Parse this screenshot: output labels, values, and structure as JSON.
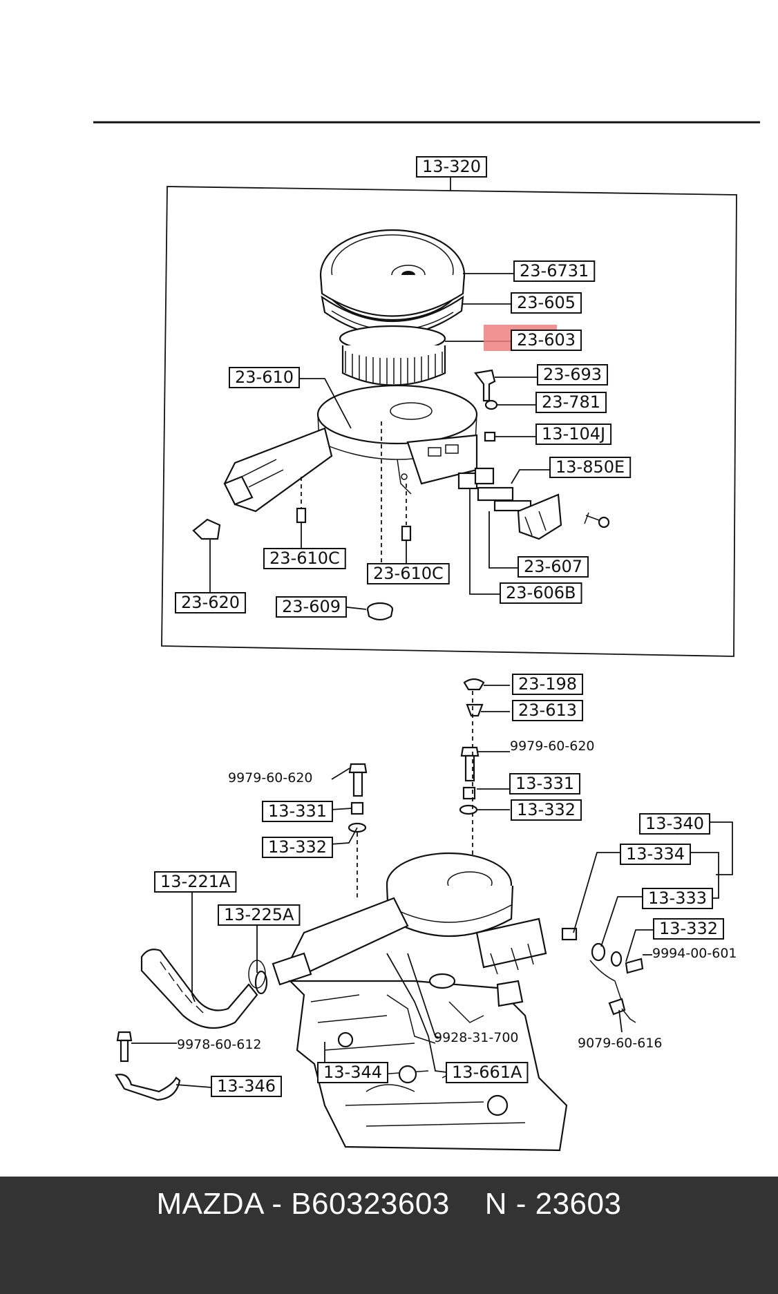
{
  "labels": [
    {
      "text": "13-320",
      "boxed": true
    },
    {
      "text": "23-6731",
      "boxed": true
    },
    {
      "text": "23-605",
      "boxed": true
    },
    {
      "text": "23-603",
      "boxed": true,
      "highlighted": true
    },
    {
      "text": "23-693",
      "boxed": true
    },
    {
      "text": "23-781",
      "boxed": true
    },
    {
      "text": "13-104J",
      "boxed": true
    },
    {
      "text": "13-850E",
      "boxed": true
    },
    {
      "text": "23-610",
      "boxed": true
    },
    {
      "text": "23-610C",
      "boxed": true
    },
    {
      "text": "23-610C",
      "boxed": true
    },
    {
      "text": "23-607",
      "boxed": true
    },
    {
      "text": "23-606B",
      "boxed": true
    },
    {
      "text": "23-620",
      "boxed": true
    },
    {
      "text": "23-609",
      "boxed": true
    },
    {
      "text": "23-198",
      "boxed": true
    },
    {
      "text": "23-613",
      "boxed": true
    },
    {
      "text": "9979-60-620",
      "boxed": false
    },
    {
      "text": "9979-60-620",
      "boxed": false
    },
    {
      "text": "13-331",
      "boxed": true
    },
    {
      "text": "13-331",
      "boxed": true
    },
    {
      "text": "13-332",
      "boxed": true
    },
    {
      "text": "13-332",
      "boxed": true
    },
    {
      "text": "13-340",
      "boxed": true
    },
    {
      "text": "13-334",
      "boxed": true
    },
    {
      "text": "13-333",
      "boxed": true
    },
    {
      "text": "13-332",
      "boxed": true
    },
    {
      "text": "9994-00-601",
      "boxed": false
    },
    {
      "text": "13-221A",
      "boxed": true
    },
    {
      "text": "13-225A",
      "boxed": true
    },
    {
      "text": "9978-60-612",
      "boxed": false
    },
    {
      "text": "9928-31-700",
      "boxed": false
    },
    {
      "text": "9079-60-616",
      "boxed": false
    },
    {
      "text": "13-344",
      "boxed": true
    },
    {
      "text": "13-661A",
      "boxed": true
    },
    {
      "text": "13-346",
      "boxed": true
    }
  ],
  "colors": {
    "highlight": "#f08080",
    "footer_bg": "#333333",
    "footer_text": "#ffffff"
  },
  "footer": {
    "text": "MAZDA - B60323603    N - 23603"
  }
}
